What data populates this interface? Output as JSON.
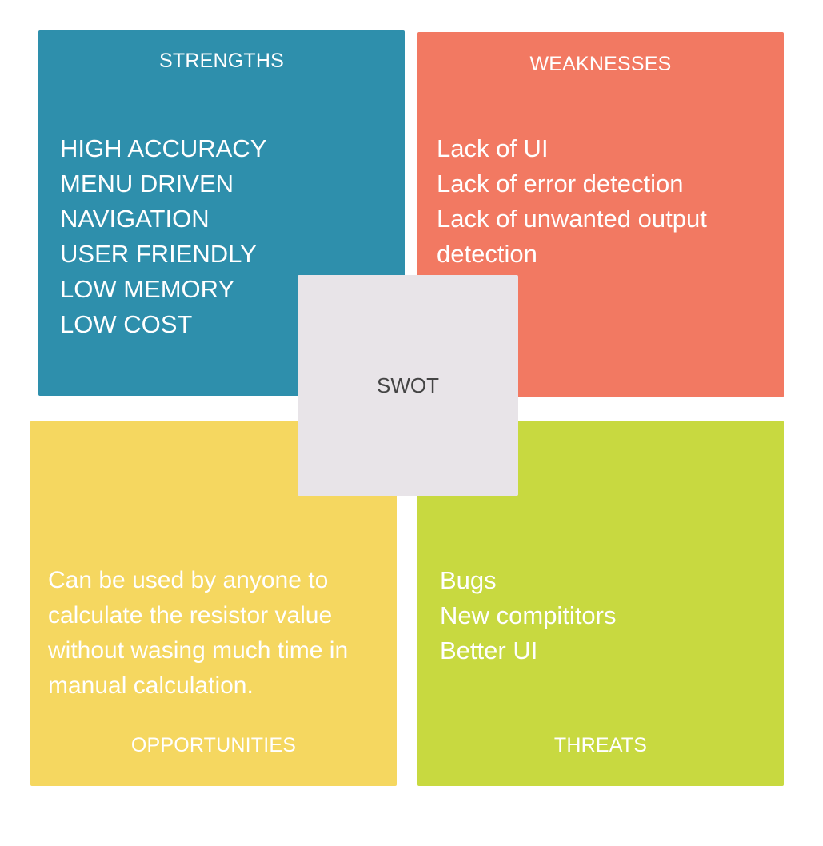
{
  "swot": {
    "center_label": "SWOT",
    "strengths": {
      "title": "STRENGTHS",
      "items": [
        "HIGH ACCURACY",
        "MENU DRIVEN",
        "NAVIGATION",
        "USER FRIENDLY",
        "LOW MEMORY",
        "LOW COST"
      ],
      "color": "#2e8fac"
    },
    "weaknesses": {
      "title": "WEAKNESSES",
      "items": [
        "Lack of UI",
        "Lack of error detection",
        "Lack of unwanted output detection"
      ],
      "color": "#f27962"
    },
    "opportunities": {
      "title": "OPPORTUNITIES",
      "text": "Can be used by anyone to calculate the resistor value without wasing much time in manual calculation.",
      "color": "#f5d760"
    },
    "threats": {
      "title": "THREATS",
      "items": [
        "Bugs",
        "New compititors",
        "Better UI"
      ],
      "color": "#c8d940"
    },
    "center_color": "#e8e4e8"
  }
}
